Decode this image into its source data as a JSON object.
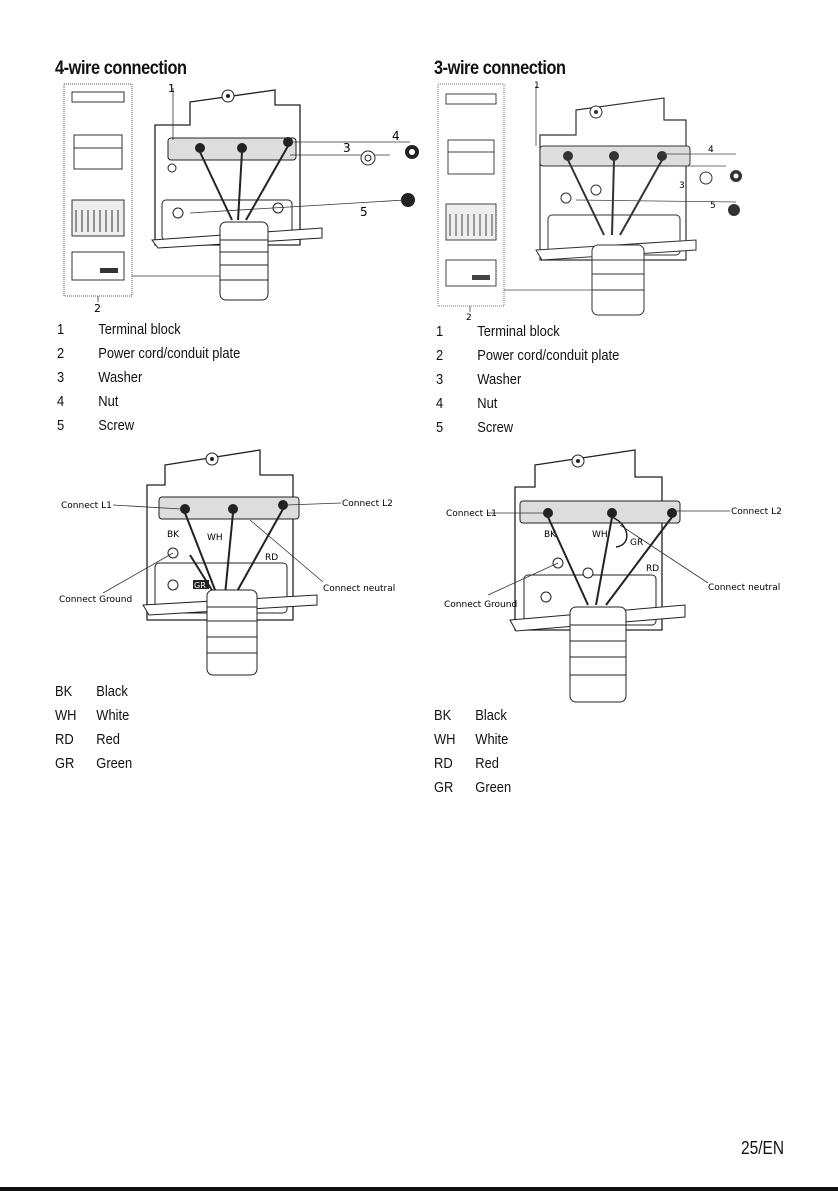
{
  "left": {
    "title": "4-wire connection",
    "parts": [
      {
        "num": "1",
        "label": "Terminal block"
      },
      {
        "num": "2",
        "label": "Power cord/conduit plate"
      },
      {
        "num": "3",
        "label": "Washer"
      },
      {
        "num": "4",
        "label": "Nut"
      },
      {
        "num": "5",
        "label": "Screw"
      }
    ],
    "fig1_callouts": [
      "1",
      "2",
      "3",
      "4",
      "5"
    ],
    "fig2_labels": {
      "l1": "Connect L1",
      "l2": "Connect L2",
      "neutral": "Connect neutral",
      "ground": "Connect Ground",
      "bk": "BK",
      "wh": "WH",
      "rd": "RD",
      "gr": "GR"
    },
    "colors": [
      {
        "code": "BK",
        "name": "Black"
      },
      {
        "code": "WH",
        "name": "White"
      },
      {
        "code": "RD",
        "name": "Red"
      },
      {
        "code": "GR",
        "name": "Green"
      }
    ]
  },
  "right": {
    "title": "3-wire connection",
    "parts": [
      {
        "num": "1",
        "label": "Terminal block"
      },
      {
        "num": "2",
        "label": "Power cord/conduit plate"
      },
      {
        "num": "3",
        "label": "Washer"
      },
      {
        "num": "4",
        "label": "Nut"
      },
      {
        "num": "5",
        "label": "Screw"
      }
    ],
    "fig1_callouts": [
      "1",
      "2",
      "3",
      "4",
      "5"
    ],
    "fig2_labels": {
      "l1": "Connect L1",
      "l2": "Connect L2",
      "neutral": "Connect neutral",
      "ground": "Connect Ground",
      "bk": "BK",
      "wh": "WH",
      "rd": "RD",
      "gr": "GR"
    },
    "colors": [
      {
        "code": "BK",
        "name": "Black"
      },
      {
        "code": "WH",
        "name": "White"
      },
      {
        "code": "RD",
        "name": "Red"
      },
      {
        "code": "GR",
        "name": "Green"
      }
    ]
  },
  "page_number": "25/EN"
}
